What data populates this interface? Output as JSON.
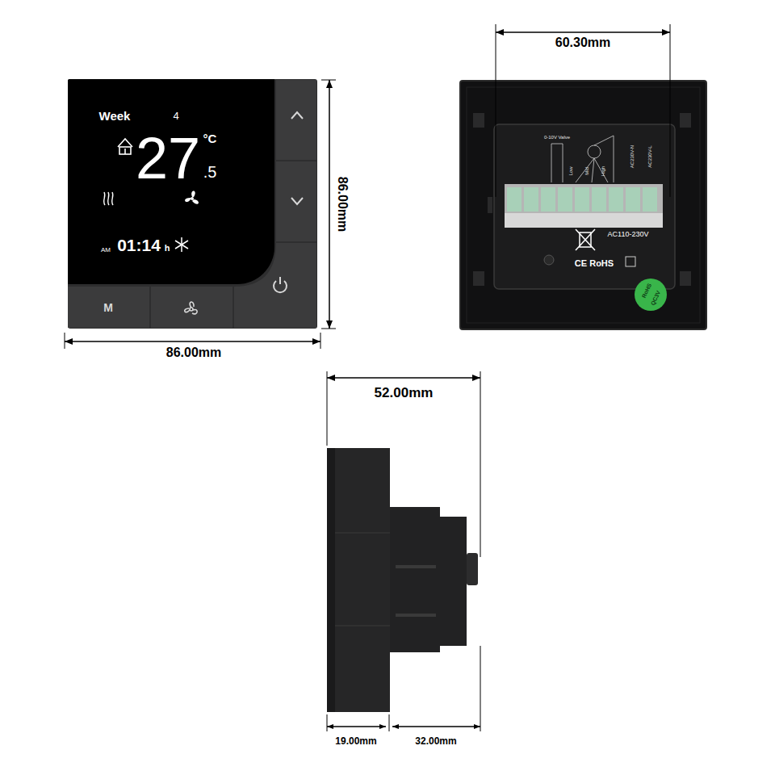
{
  "diagram": {
    "nodes": [
      {
        "text": [
          "Week",
          "4",
          "27",
          "°C",
          ".5",
          "AM",
          "01:14",
          "h"
        ]
      },
      {
        "text": [
          "M"
        ]
      }
    ],
    "labels": [
      "60.30mm",
      "86.00mm",
      "86.00mm",
      "52.00mm",
      "19.00mm",
      "32.00mm",
      "0-10V Valve",
      "Low",
      "Mid",
      "High",
      "AC230V-N",
      "AC230V-L",
      "AC110-230V",
      "CE RoHS",
      "RoHS",
      "QC3V"
    ]
  }
}
